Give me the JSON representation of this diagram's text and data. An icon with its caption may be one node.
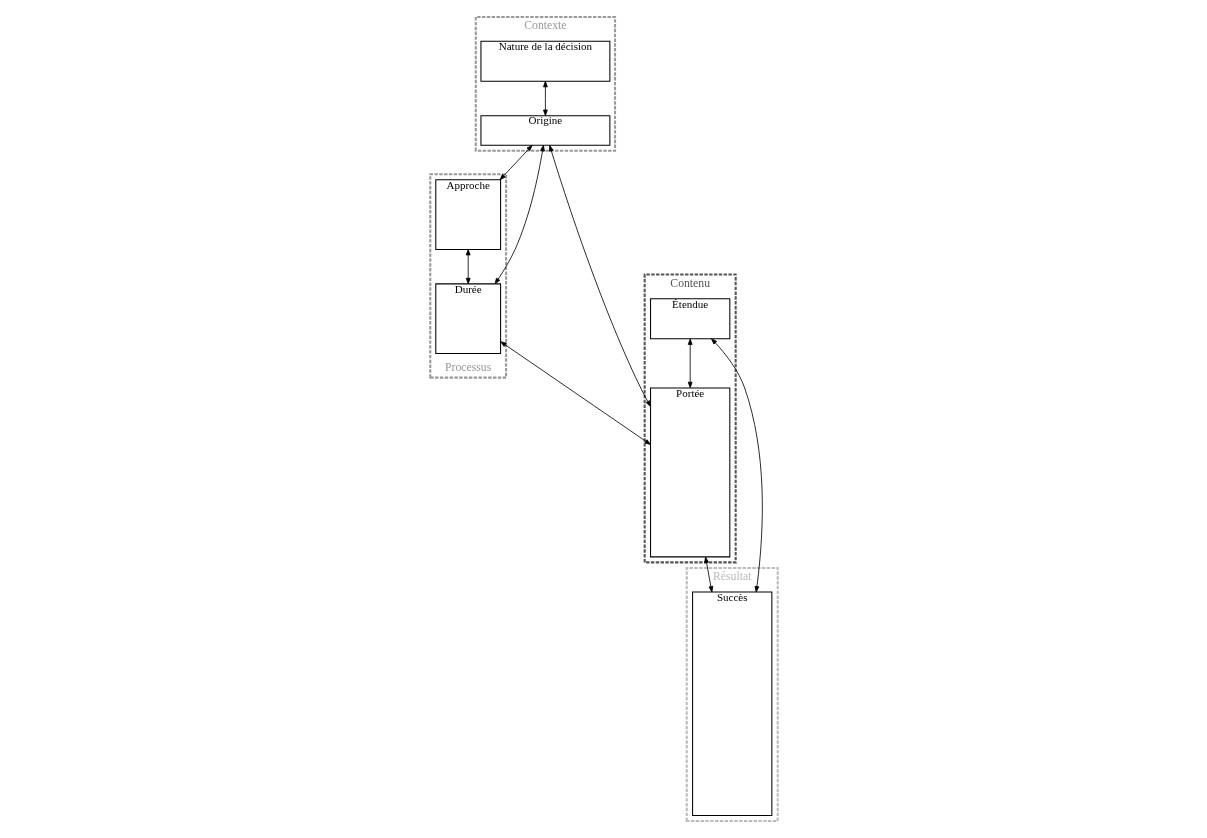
{
  "diagram": {
    "nodes": [
      {
        "text": [
          "Contexte"
        ]
      },
      {
        "text": [
          "Nature de la décision"
        ],
        "in": 0
      },
      {
        "text": [
          "Origine"
        ],
        "in": 0
      },
      {
        "text": [
          "Processus"
        ]
      },
      {
        "text": [
          "Approche"
        ],
        "in": 3
      },
      {
        "text": [
          "Durée"
        ],
        "in": 3
      },
      {
        "text": [
          "Contenu"
        ]
      },
      {
        "text": [
          "Étendue"
        ],
        "in": 6
      },
      {
        "text": [
          "Portée"
        ],
        "in": 6
      },
      {
        "text": [
          "Résultat"
        ]
      },
      {
        "text": [
          "Succès"
        ],
        "in": 9
      }
    ],
    "edges": [
      {
        "from": 1,
        "to": 2,
        "arrow": "both"
      },
      {
        "from": 2,
        "to": 8,
        "arrow": "both"
      },
      {
        "from": 2,
        "to": 4,
        "arrow": "both"
      },
      {
        "from": 2,
        "to": 5,
        "arrow": "both"
      },
      {
        "from": 4,
        "to": 5,
        "arrow": "both"
      },
      {
        "from": 5,
        "to": 8,
        "arrow": "both"
      },
      {
        "from": 7,
        "to": 8,
        "arrow": "both"
      },
      {
        "from": 7,
        "to": 10,
        "arrow": "both"
      },
      {
        "from": 8,
        "to": 10,
        "arrow": "both"
      }
    ]
  }
}
